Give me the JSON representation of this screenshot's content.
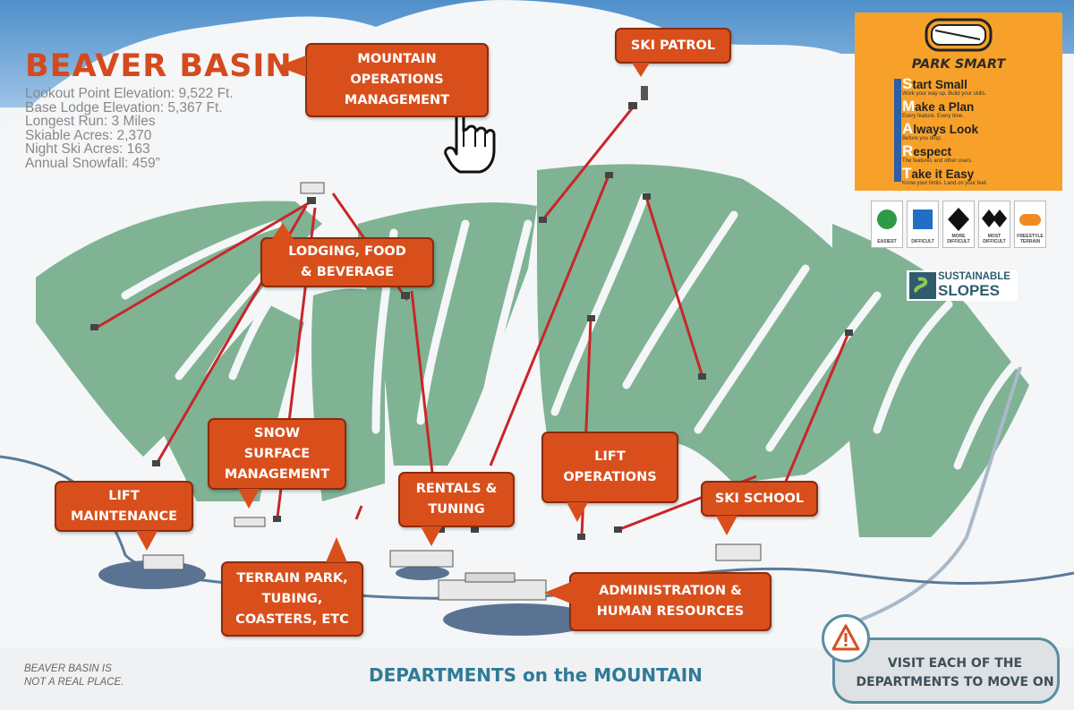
{
  "map": {
    "title": "BEAVER BASIN",
    "stats": [
      "Lookout Point Elevation: 9,522 Ft.",
      "Base Lodge Elevation: 5,367 Ft.",
      "Longest Run: 3 Miles",
      "Skiable Acres: 2,370",
      "Night Ski Acres: 163",
      "Annual Snowfall: 459”"
    ]
  },
  "departments": {
    "mountain_ops": "MOUNTAIN\nOPERATIONS\nMANAGEMENT",
    "ski_patrol": "SKI PATROL",
    "lodging": "LODGING, FOOD\n& BEVERAGE",
    "snow_surface": "SNOW\nSURFACE\nMANAGEMENT",
    "lift_maintenance": "LIFT\nMAINTENANCE",
    "rentals": "RENTALS &\nTUNING",
    "lift_operations": "LIFT\nOPERATIONS",
    "ski_school": "SKI SCHOOL",
    "terrain_park": "TERRAIN PARK,\nTUBING,\nCOASTERS, ETC",
    "admin_hr": "ADMINISTRATION &\nHUMAN RESOURCES"
  },
  "park_smart": {
    "title": "PARK SMART",
    "items": [
      {
        "cap": "S",
        "rest": "tart Small",
        "sub": "Work your way up. Build your skills."
      },
      {
        "cap": "M",
        "rest": "ake a Plan",
        "sub": "Every feature. Every time."
      },
      {
        "cap": "A",
        "rest": "lways Look",
        "sub": "Before you drop."
      },
      {
        "cap": "R",
        "rest": "espect",
        "sub": "The features and other users."
      },
      {
        "cap": "T",
        "rest": "ake it Easy",
        "sub": "Know your limits. Land on your feet."
      }
    ]
  },
  "legend": [
    {
      "label": "EASIEST",
      "icon": "green-circle-icon"
    },
    {
      "label": "DIFFICULT",
      "icon": "blue-square-icon"
    },
    {
      "label": "MORE DIFFICULT",
      "icon": "black-diamond-icon"
    },
    {
      "label": "MOST DIFFICULT",
      "icon": "double-black-diamond-icon"
    },
    {
      "label": "FREESTYLE TERRAIN",
      "icon": "orange-oval-icon"
    }
  ],
  "sustainable": {
    "line1": "SUSTAINABLE",
    "line2": "SLOPES"
  },
  "footer": {
    "note": "BEAVER BASIN IS\nNOT A REAL PLACE.",
    "title": "DEPARTMENTS on the MOUNTAIN",
    "cta": "VISIT EACH OF THE\nDEPARTMENTS TO MOVE ON"
  },
  "colors": {
    "callout": "#d94f1c",
    "title": "#d44a1e",
    "trees": "#7fb394",
    "lift_line": "#c8262a",
    "lake": "#5b7393",
    "accent": "#2f7a99",
    "park_bg": "#f7a12a"
  }
}
